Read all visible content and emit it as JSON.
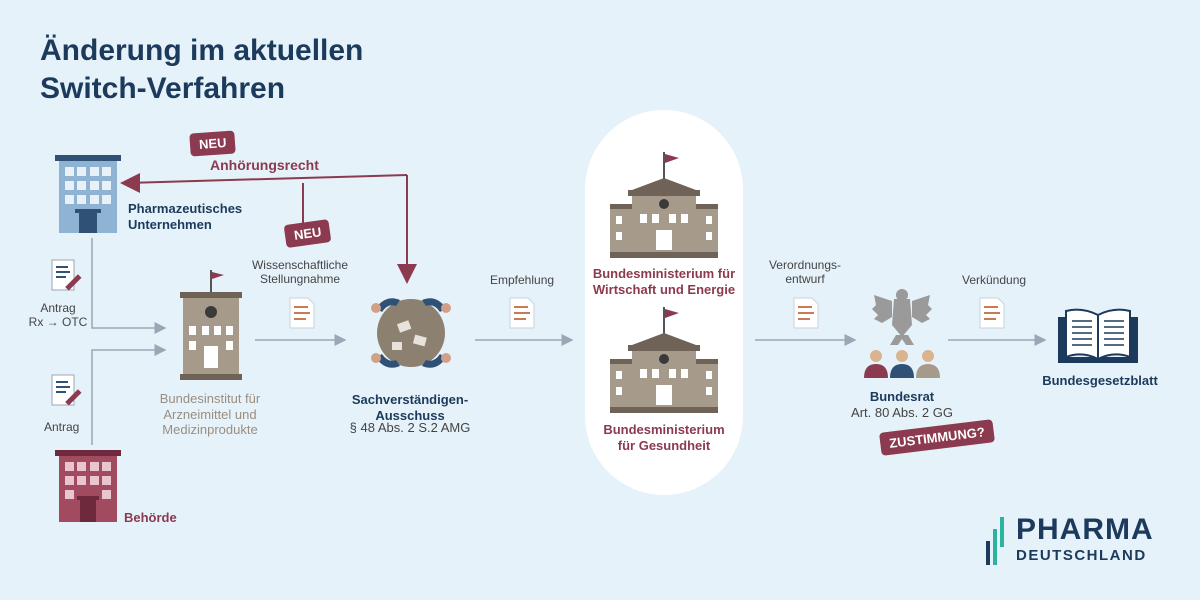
{
  "title": {
    "line1": "Änderung im aktuellen",
    "line2": "Switch-Verfahren"
  },
  "badges": {
    "neu1": "NEU",
    "neu2": "NEU",
    "zustimmung": "ZUSTIMMUNG?"
  },
  "labels": {
    "anhoerungsrecht": "Anhörungsrecht",
    "pharma_unternehmen": [
      "Pharmazeutisches",
      "Unternehmen"
    ],
    "antrag_rx": [
      "Antrag",
      "Rx → OTC"
    ],
    "antrag": "Antrag",
    "behoerde": "Behörde",
    "bfarm": [
      "Bundesinstitut für",
      "Arzneimittel und",
      "Medizinprodukte"
    ],
    "stellungnahme": [
      "Wissenschaftliche",
      "Stellungnahme"
    ],
    "ausschuss": [
      "Sachverständigen-",
      "Ausschuss"
    ],
    "ausschuss_ref": "§ 48 Abs. 2 S.2 AMG",
    "empfehlung": "Empfehlung",
    "bmwe": [
      "Bundesministerium für",
      "Wirtschaft und Energie"
    ],
    "bmg": [
      "Bundesministerium",
      "für Gesundheit"
    ],
    "verordnungsentwurf": [
      "Verordnungs-",
      "entwurf"
    ],
    "bundesrat": "Bundesrat",
    "bundesrat_ref": "Art. 80 Abs. 2 GG",
    "verkuendung": "Verkündung",
    "bundesgesetzblatt": "Bundesgesetzblatt"
  },
  "logo": {
    "line1": "PHARMA",
    "line2": "DEUTSCHLAND"
  },
  "icons": {
    "pharma": "company-building-icon",
    "bfarm": "institute-building-icon",
    "behoerde": "authority-building-icon",
    "ausschuss": "committee-table-icon",
    "ministry": "ministry-building-icon",
    "eagle": "federal-eagle-icon",
    "people": "council-members-icon",
    "book": "open-book-icon",
    "document": "document-icon",
    "form_pen": "application-form-icon"
  },
  "colors": {
    "navy": "#1b3a5c",
    "wine": "#8b3a4f",
    "taupe": "#9a8e80",
    "teal": "#2bb3a0",
    "background": "#e6f2fa"
  }
}
